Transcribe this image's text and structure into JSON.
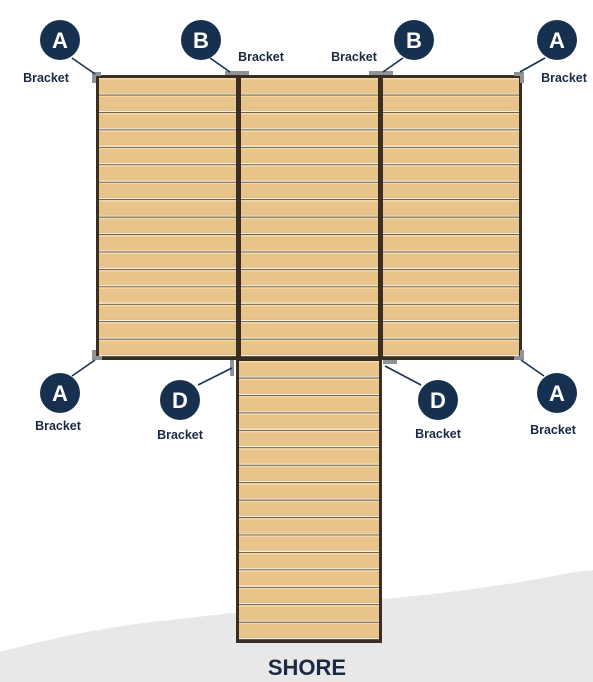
{
  "colors": {
    "plank": "#e8c48a",
    "plank_highlight": "#f3d9a8",
    "plank_gap": "#fbf1dc",
    "frame": "#3a2e22",
    "bracket": "#8f9396",
    "badge": "#17304f",
    "shore": "#e8e8e8",
    "text": "#1a2a44"
  },
  "shore_label": "SHORE",
  "brackets": [
    {
      "letter": "A",
      "label": "Bracket"
    },
    {
      "letter": "B",
      "label": "Bracket"
    },
    {
      "letter": "B",
      "label": "Bracket"
    },
    {
      "letter": "A",
      "label": "Bracket"
    },
    {
      "letter": "A",
      "label": "Bracket"
    },
    {
      "letter": "D",
      "label": "Bracket"
    },
    {
      "letter": "D",
      "label": "Bracket"
    },
    {
      "letter": "A",
      "label": "Bracket"
    }
  ]
}
